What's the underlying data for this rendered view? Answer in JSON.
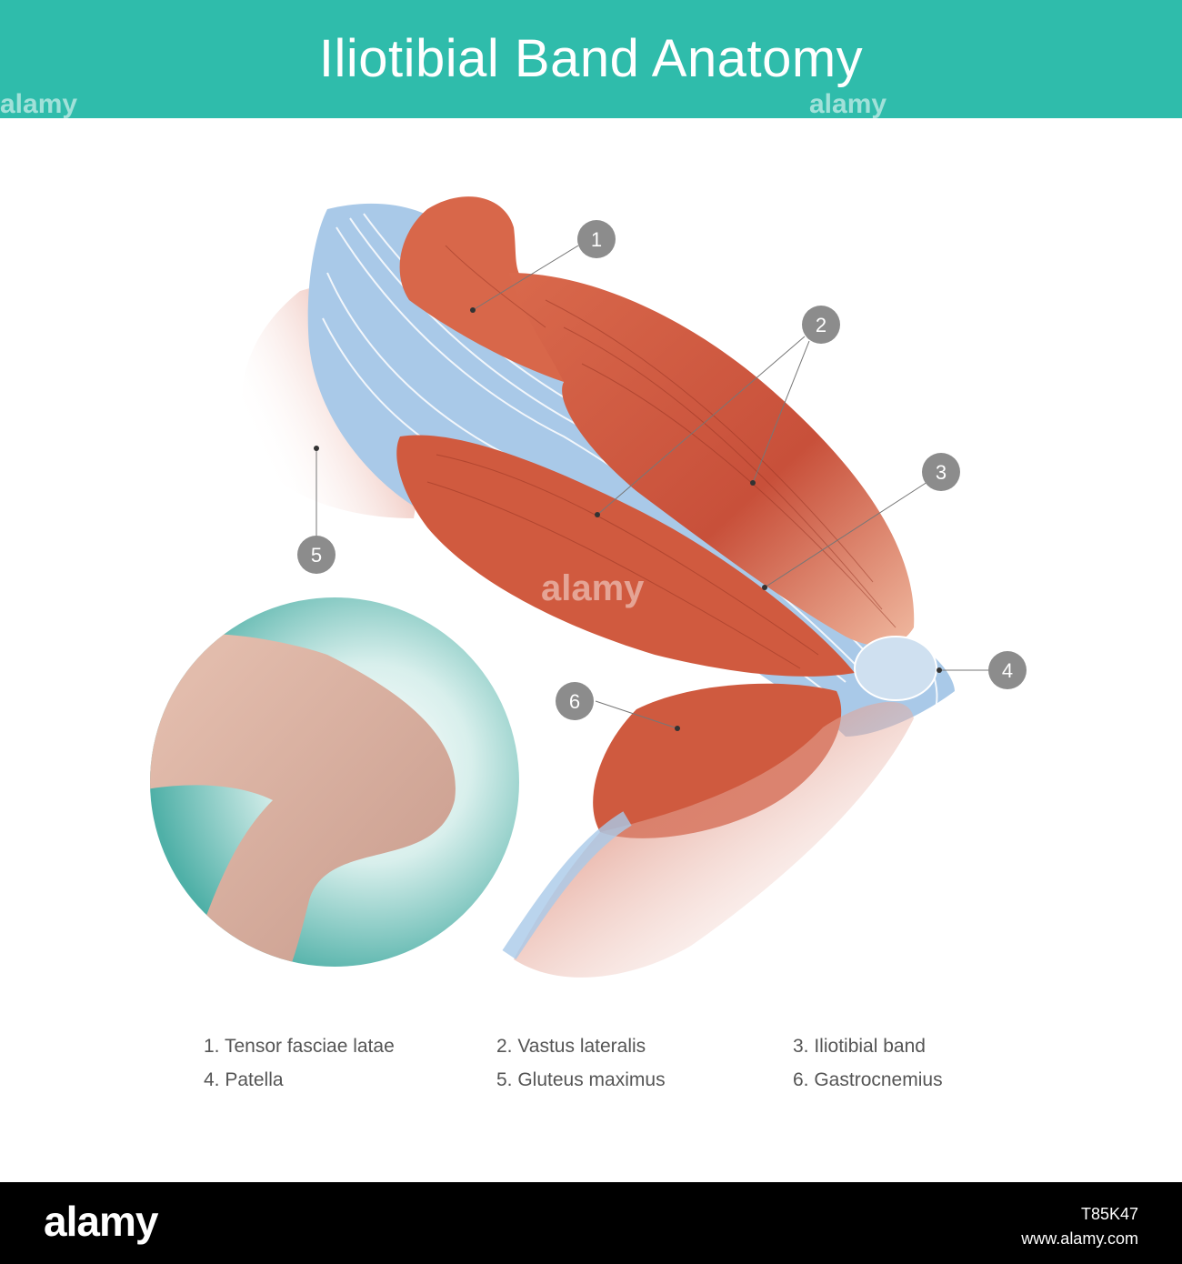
{
  "title": "Iliotibial Band Anatomy",
  "watermark": "alamy",
  "colors": {
    "header": "#2fbcab",
    "muscle": "#c9553a",
    "muscle_light": "#e8987a",
    "tendon": "#a9c9e8",
    "marker": "#8c8c8c",
    "inset_bg": "#5fb9b1",
    "skin": "#e2b7a6"
  },
  "markers": [
    {
      "number": "1",
      "name": "Tensor fasciae latae"
    },
    {
      "number": "2",
      "name": "Vastus lateralis"
    },
    {
      "number": "3",
      "name": "Iliotibial band"
    },
    {
      "number": "4",
      "name": "Patella"
    },
    {
      "number": "5",
      "name": "Gluteus maximus"
    },
    {
      "number": "6",
      "name": "Gastrocnemius"
    }
  ],
  "legend": [
    "1. Tensor fasciae latae",
    "2. Vastus lateralis",
    "3. Iliotibial band",
    "4. Patella",
    "5. Gluteus maximus",
    "6. Gastrocnemius"
  ],
  "footer": {
    "logo": "alamy",
    "image_id": "T85K47",
    "url": "www.alamy.com"
  }
}
